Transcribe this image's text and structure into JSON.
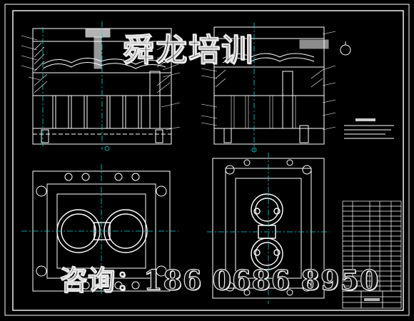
{
  "watermark": {
    "title": "舜龙培训",
    "contact": "咨询：186 0686 8950"
  },
  "colors": {
    "background": "#000000",
    "line": "#ffffff",
    "accent": "#00d8d8",
    "watermark_fill": "#111111",
    "watermark_stroke": "#e8e8e8"
  },
  "views": [
    "front-section-view",
    "side-section-view",
    "fixed-plate-top-view",
    "moving-plate-top-view",
    "technical-requirements-block",
    "parts-list-table",
    "title-block"
  ]
}
